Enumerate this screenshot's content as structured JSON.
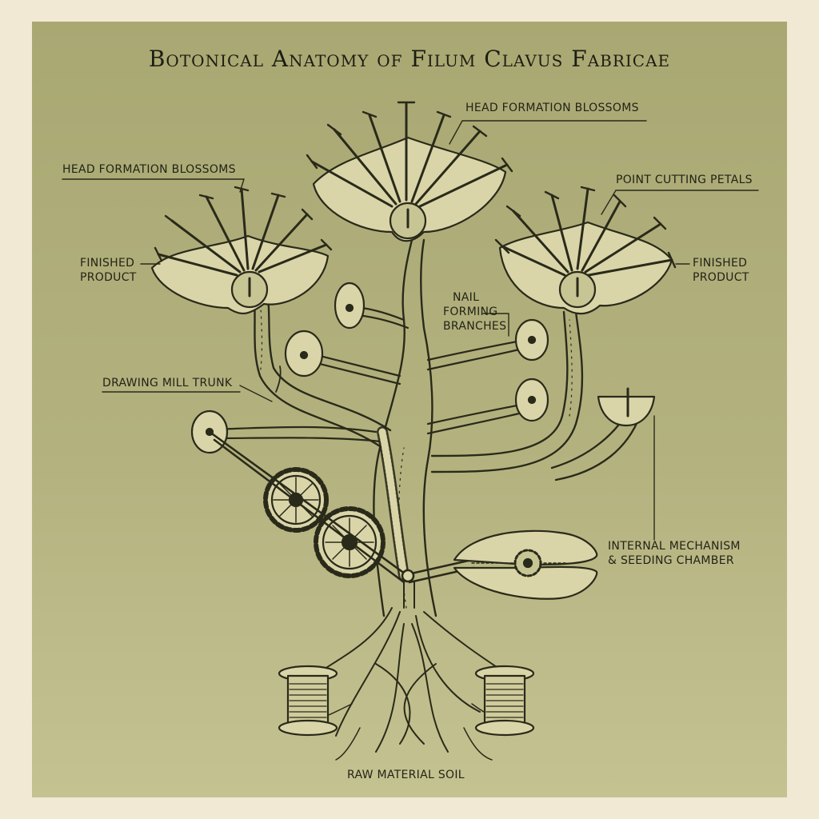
{
  "title": "Botonical Anatomy of Filum Clavus Fabricae",
  "labels": {
    "head_formation_top": "HEAD FORMATION BLOSSOMS",
    "head_formation_left": "HEAD FORMATION BLOSSOMS",
    "point_cutting": "POINT CUTTING PETALS",
    "finished_left_1": "FINISHED",
    "finished_left_2": "PRODUCT",
    "finished_right_1": "FINISHED",
    "finished_right_2": "PRODUCT",
    "nail_forming_1": "NAIL",
    "nail_forming_2": "FORMING",
    "nail_forming_3": "BRANCHES",
    "drawing_mill": "DRAWING MILL TRUNK",
    "internal_1": "INTERNAL MECHANISM",
    "internal_2": "& SEEDING CHAMBER",
    "soil": "RAW MATERIAL SOIL"
  },
  "colors": {
    "paper": "#f1e9d4",
    "plate": "#aeac79",
    "ink": "#2a2a1a",
    "fill": "#d9d5a8"
  }
}
